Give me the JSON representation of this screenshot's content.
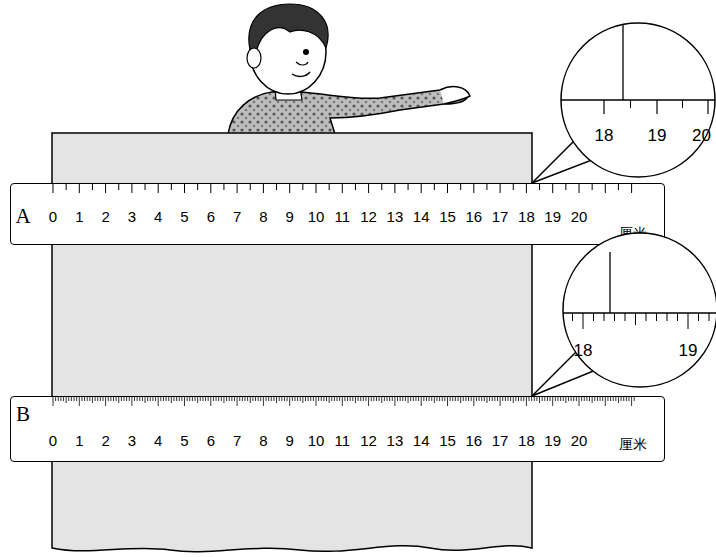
{
  "diagram": {
    "nodes": [
      {
        "text": [
          "18",
          "19",
          "20"
        ]
      },
      {
        "text": [
          "A",
          "0",
          "1",
          "2",
          "3",
          "4",
          "5",
          "6",
          "7",
          "8",
          "9",
          "10",
          "11",
          "12",
          "13",
          "14",
          "15",
          "16",
          "17",
          "18",
          "19",
          "20",
          "厘米"
        ]
      },
      {
        "text": [
          "18",
          "19"
        ]
      },
      {
        "text": [
          "B",
          "0",
          "1",
          "2",
          "3",
          "4",
          "5",
          "6",
          "7",
          "8",
          "9",
          "10",
          "11",
          "12",
          "13",
          "14",
          "15",
          "16",
          "17",
          "18",
          "19",
          "20",
          "厘米"
        ]
      }
    ]
  }
}
